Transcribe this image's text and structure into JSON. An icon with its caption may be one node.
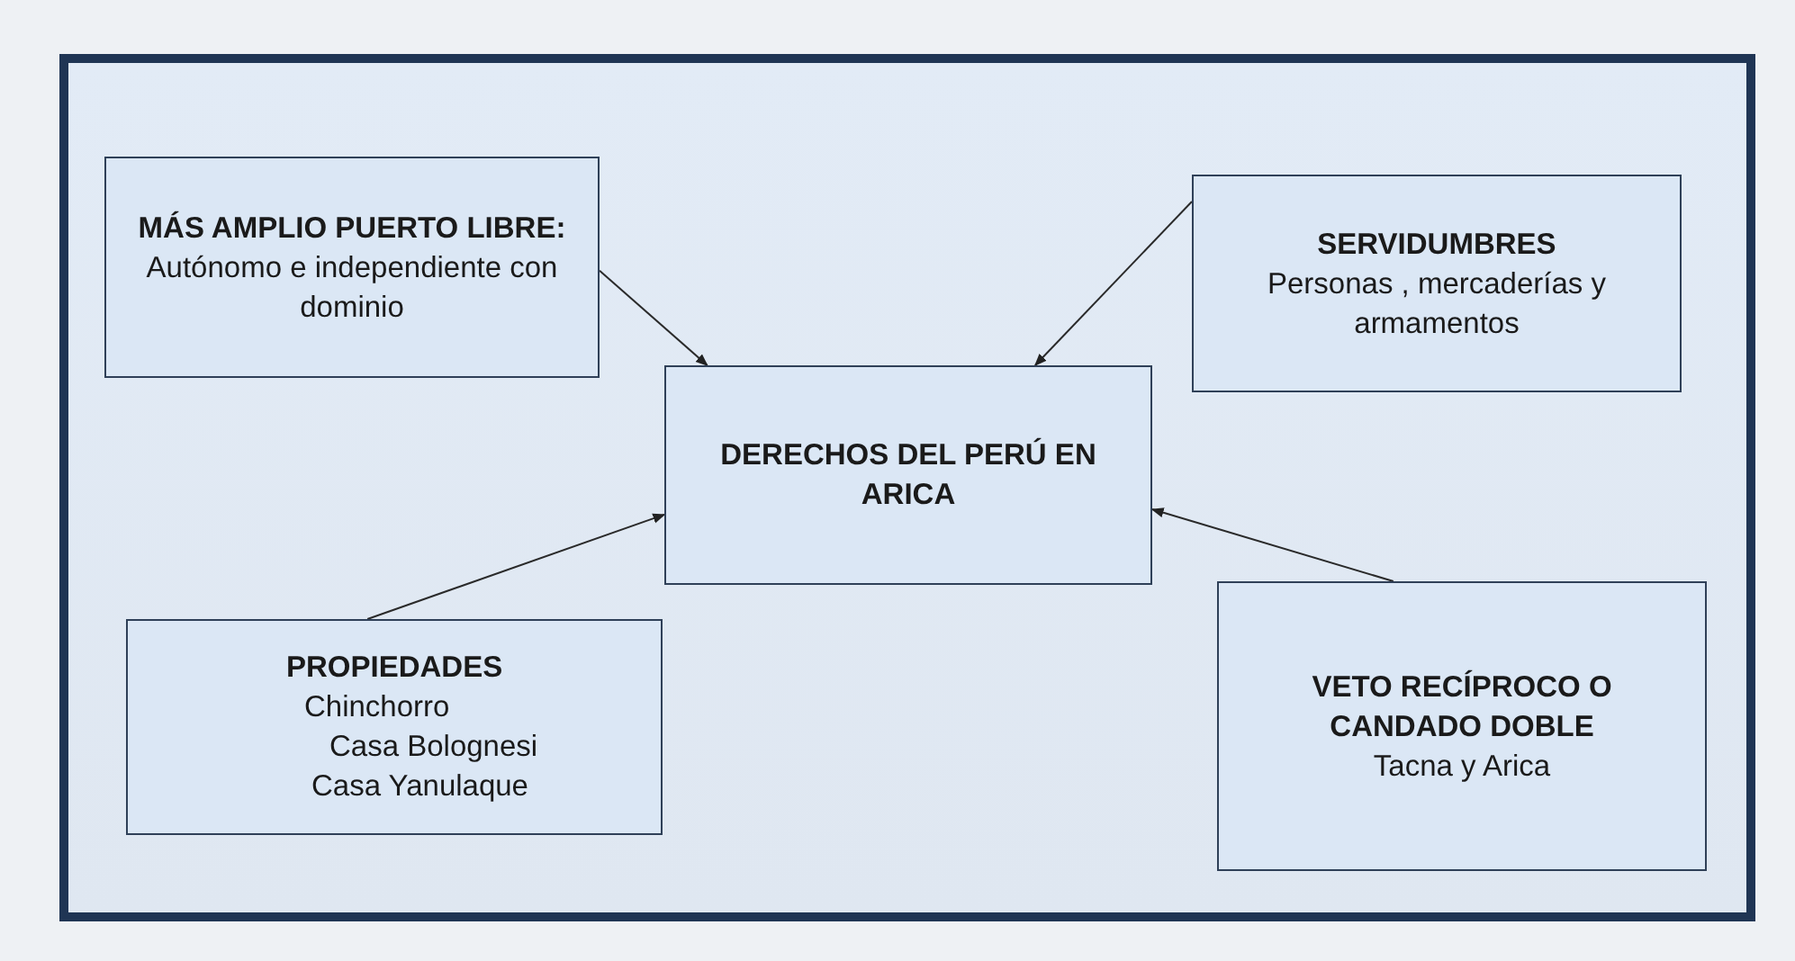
{
  "diagram": {
    "nodes": [
      {
        "text": [
          "**MÁS AMPLIO PUERTO LIBRE**:",
          "Autónomo e independiente con dominio"
        ]
      },
      {
        "text": [
          "SERVIDUMBRES",
          "Personas , mercaderías y armamentos"
        ]
      },
      {
        "text": [
          "DERECHOS DEL PERÚ EN ARICA"
        ]
      },
      {
        "text": [
          "PROPIEDADES",
          "Chinchorro",
          "Casa Bolognesi",
          "Casa Yanulaque"
        ]
      },
      {
        "text": [
          "VETO RECÍPROCO O CANDADO DOBLE",
          "Tacna y Arica"
        ]
      }
    ],
    "edges": [
      {
        "from": 0,
        "to": 2,
        "arrow": "to"
      },
      {
        "from": 1,
        "to": 2,
        "arrow": "to"
      },
      {
        "from": 3,
        "to": 2,
        "arrow": "to"
      },
      {
        "from": 4,
        "to": 2,
        "arrow": "to"
      }
    ]
  }
}
